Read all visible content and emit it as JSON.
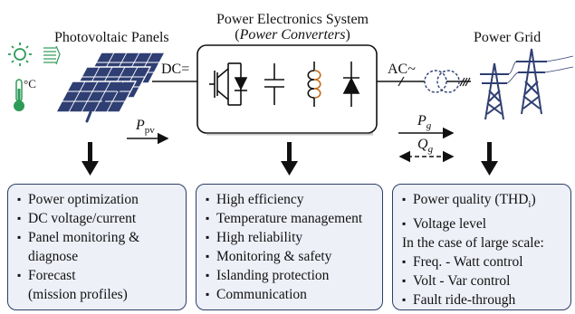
{
  "title": {
    "main": "Power Electronics System",
    "sub": "Power Converters"
  },
  "labels": {
    "pv": "Photovoltaic Panels",
    "grid": "Power Grid",
    "dc": "DC=",
    "ac": "AC~",
    "celsius": "°C",
    "p_pv": "P",
    "p_pv_sub": "pv",
    "p_g": "P",
    "p_g_sub": "g",
    "q_g": "Q",
    "q_g_sub": "g"
  },
  "boxes": {
    "left": [
      {
        "text": "Power optimization",
        "bullet": true
      },
      {
        "text": "DC voltage/current",
        "bullet": true
      },
      {
        "text": "Panel monitoring &",
        "bullet": true
      },
      {
        "text": "diagnose",
        "bullet": false,
        "indent": true
      },
      {
        "text": "Forecast",
        "bullet": true
      },
      {
        "text": "(mission profiles)",
        "bullet": false,
        "indent": true
      }
    ],
    "middle": [
      {
        "text": "High efficiency",
        "bullet": true
      },
      {
        "text": "Temperature management",
        "bullet": true
      },
      {
        "text": "High reliability",
        "bullet": true
      },
      {
        "text": "Monitoring & safety",
        "bullet": true
      },
      {
        "text": "Islanding protection",
        "bullet": true
      },
      {
        "text": "Communication",
        "bullet": true
      }
    ],
    "right": [
      {
        "text": "Power quality (THD",
        "bullet": true,
        "sub": "i",
        "after": ")"
      },
      {
        "text": "Voltage level",
        "bullet": true
      },
      {
        "text": "In the case of large scale:",
        "bullet": false
      },
      {
        "text": "Freq. - Watt control",
        "bullet": true
      },
      {
        "text": "Volt - Var control",
        "bullet": true
      },
      {
        "text": "Fault ride-through",
        "bullet": true
      }
    ]
  },
  "icons": [
    "sun-icon",
    "thermometer-icon",
    "solar-panel-icon",
    "igbt-icon",
    "capacitor-icon",
    "inductor-icon",
    "diode-icon",
    "transformer-icon",
    "transmission-tower-icon"
  ],
  "colors": {
    "box_fill": "#eef0f8",
    "box_border": "#2b3e66",
    "panel_blue": "#2f3f73",
    "sun_green": "#2e9a57"
  }
}
